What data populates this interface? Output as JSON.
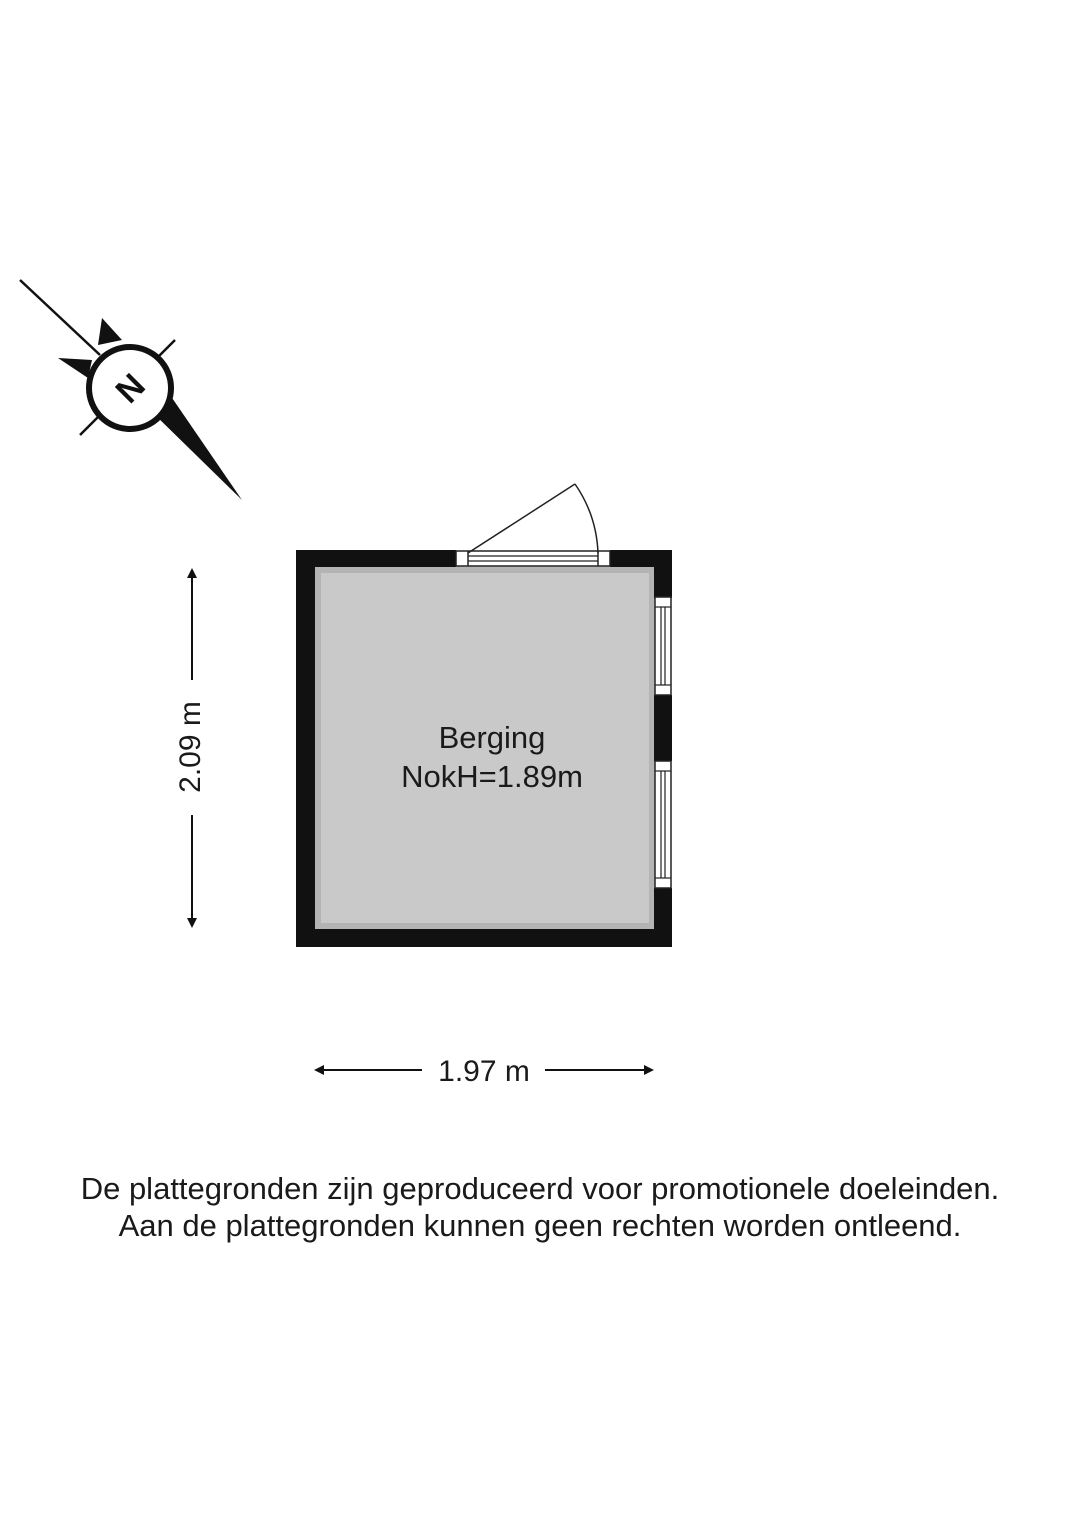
{
  "room": {
    "name": "Berging",
    "ridge_height": "NokH=1.89m"
  },
  "dimensions": {
    "height": "2.09 m",
    "width": "1.97 m"
  },
  "compass": {
    "letter": "N",
    "icon": "north-arrow-icon"
  },
  "disclaimer": {
    "line1": "De plattegronden zijn geproduceerd voor promotionele doeleinden.",
    "line2": "Aan de plattegronden kunnen geen rechten worden ontleend."
  },
  "colors": {
    "wall": "#111111",
    "floor": "#c9c9c9",
    "text": "#1a1a1a"
  }
}
